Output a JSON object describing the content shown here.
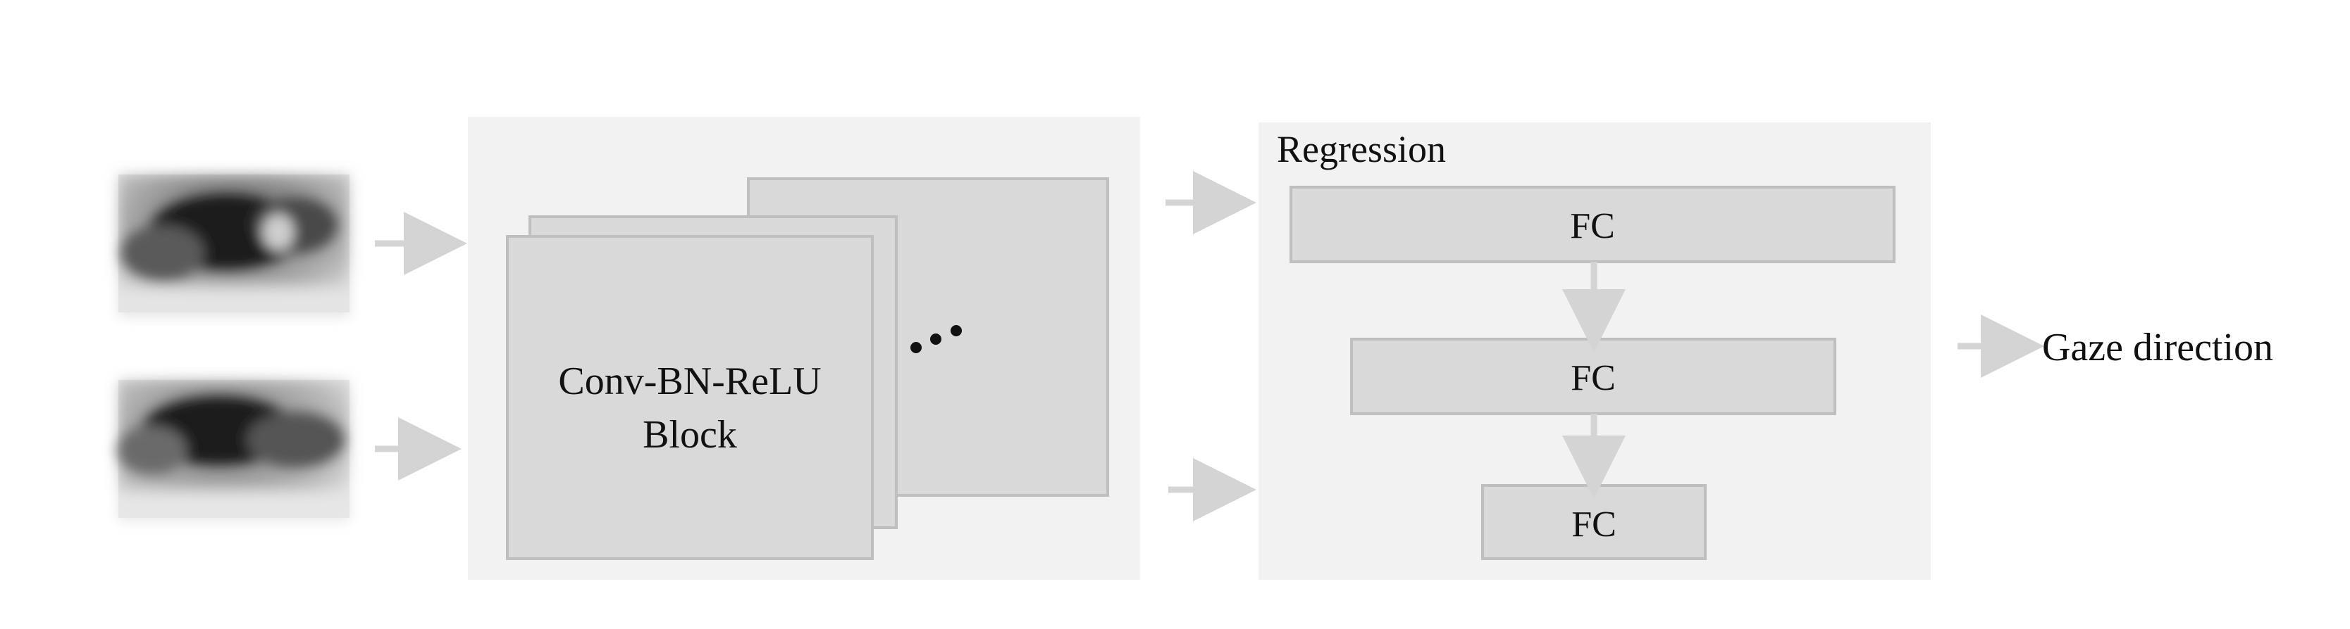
{
  "conv_block": {
    "line1": "Conv-BN-ReLU",
    "line2": "Block"
  },
  "regression": {
    "title": "Regression",
    "fc_layers": [
      {
        "label": "FC"
      },
      {
        "label": "FC"
      },
      {
        "label": "FC"
      }
    ]
  },
  "output": {
    "label": "Gaze direction"
  },
  "inputs": [
    {
      "semantic": "eye-image-top"
    },
    {
      "semantic": "eye-image-bottom"
    }
  ],
  "colors": {
    "panel": "#f2f2f2",
    "box_fill": "#d9d9d9",
    "box_stroke": "#bfbfbf",
    "arrow": "#d4d4d4",
    "text": "#111111"
  }
}
